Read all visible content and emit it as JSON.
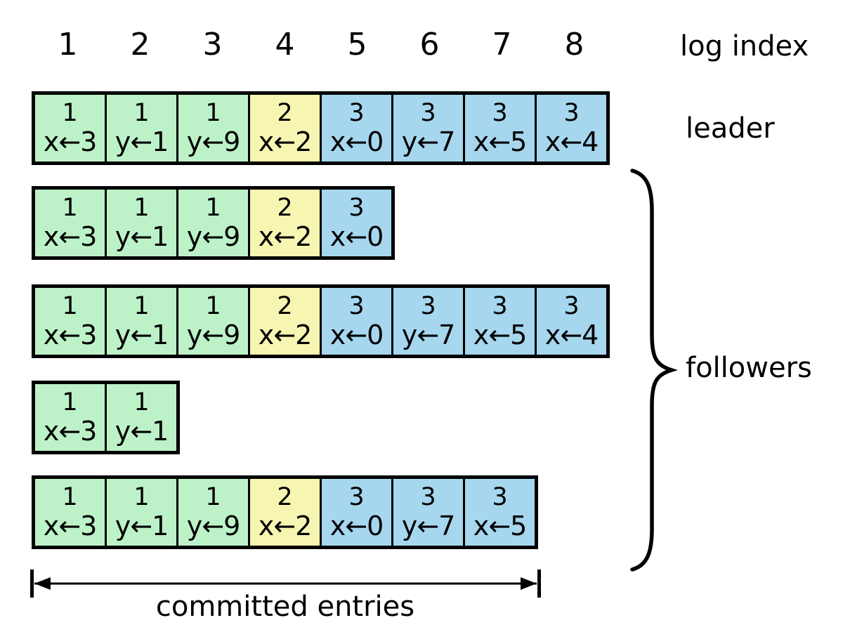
{
  "labels": {
    "log_index": "log index",
    "leader": "leader",
    "followers": "followers",
    "committed": "committed entries"
  },
  "log_indices": [
    "1",
    "2",
    "3",
    "4",
    "5",
    "6",
    "7",
    "8"
  ],
  "term_colors": {
    "1": "#bdf2c9",
    "2": "#f6f6b2",
    "3": "#a6d7ef"
  },
  "line_color": "#000000",
  "leader_log": [
    {
      "term": "1",
      "cmd": "x←3"
    },
    {
      "term": "1",
      "cmd": "y←1"
    },
    {
      "term": "1",
      "cmd": "y←9"
    },
    {
      "term": "2",
      "cmd": "x←2"
    },
    {
      "term": "3",
      "cmd": "x←0"
    },
    {
      "term": "3",
      "cmd": "y←7"
    },
    {
      "term": "3",
      "cmd": "x←5"
    },
    {
      "term": "3",
      "cmd": "x←4"
    }
  ],
  "follower_logs": [
    [
      {
        "term": "1",
        "cmd": "x←3"
      },
      {
        "term": "1",
        "cmd": "y←1"
      },
      {
        "term": "1",
        "cmd": "y←9"
      },
      {
        "term": "2",
        "cmd": "x←2"
      },
      {
        "term": "3",
        "cmd": "x←0"
      }
    ],
    [
      {
        "term": "1",
        "cmd": "x←3"
      },
      {
        "term": "1",
        "cmd": "y←1"
      },
      {
        "term": "1",
        "cmd": "y←9"
      },
      {
        "term": "2",
        "cmd": "x←2"
      },
      {
        "term": "3",
        "cmd": "x←0"
      },
      {
        "term": "3",
        "cmd": "y←7"
      },
      {
        "term": "3",
        "cmd": "x←5"
      },
      {
        "term": "3",
        "cmd": "x←4"
      }
    ],
    [
      {
        "term": "1",
        "cmd": "x←3"
      },
      {
        "term": "1",
        "cmd": "y←1"
      }
    ],
    [
      {
        "term": "1",
        "cmd": "x←3"
      },
      {
        "term": "1",
        "cmd": "y←1"
      },
      {
        "term": "1",
        "cmd": "y←9"
      },
      {
        "term": "2",
        "cmd": "x←2"
      },
      {
        "term": "3",
        "cmd": "x←0"
      },
      {
        "term": "3",
        "cmd": "y←7"
      },
      {
        "term": "3",
        "cmd": "x←5"
      }
    ]
  ],
  "committed_span": {
    "from_index": "1",
    "to_index": "7"
  }
}
